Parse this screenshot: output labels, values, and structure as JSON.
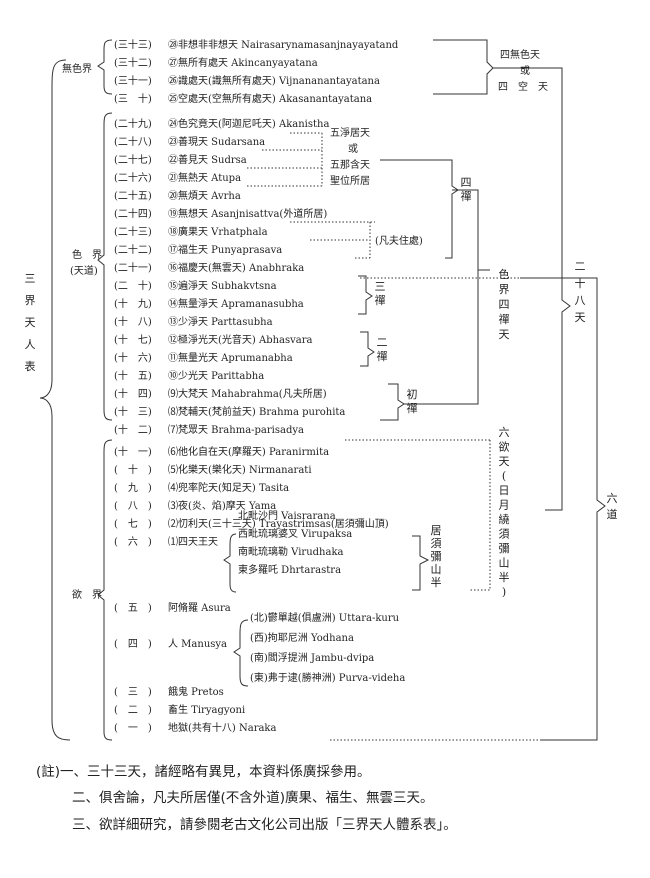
{
  "rows": [
    {
      "num": "(三十三)",
      "text": "㉘非想非非想天 Nairasarynamasanjnayayatand"
    },
    {
      "num": "(三十二)",
      "text": "㉗無所有處天 Akincanyayatana"
    },
    {
      "num": "(三十一)",
      "text": "㉖識處天(識無所有處天) Vijnananantayatana"
    },
    {
      "num": "(三　十)",
      "text": "㉕空處天(空無所有處天) Akasanantayatana"
    },
    {
      "num": "(二十九)",
      "text": "㉔色究竟天(阿迦尼吒天) Akanistha"
    },
    {
      "num": "(二十八)",
      "text": "㉓善現天 Sudarsana"
    },
    {
      "num": "(二十七)",
      "text": "㉒善見天 Sudrsa"
    },
    {
      "num": "(二十六)",
      "text": "㉑無熱天 Atupa"
    },
    {
      "num": "(二十五)",
      "text": "⑳無煩天 Avrha"
    },
    {
      "num": "(二十四)",
      "text": "⑲無想天 Asanjnisattva(外道所居)"
    },
    {
      "num": "(二十三)",
      "text": "⑱廣果天 Vrhatphala"
    },
    {
      "num": "(二十二)",
      "text": "⑰福生天 Punyaprasava"
    },
    {
      "num": "(二十一)",
      "text": "⑯福慶天(無雲天) Anabhraka"
    },
    {
      "num": "(二　十)",
      "text": "⑮遍淨天 Subhakvtsna"
    },
    {
      "num": "(十　九)",
      "text": "⑭無量淨天 Apramanasubha"
    },
    {
      "num": "(十　八)",
      "text": "⑬少淨天 Parttasubha"
    },
    {
      "num": "(十　七)",
      "text": "⑫極淨光天(光音天) Abhasvara"
    },
    {
      "num": "(十　六)",
      "text": "⑪無量光天 Aprumanabha"
    },
    {
      "num": "(十　五)",
      "text": "⑩少光天 Parittabha"
    },
    {
      "num": "(十　四)",
      "text": "⑼大梵天 Mahabrahma(凡夫所居)"
    },
    {
      "num": "(十　三)",
      "text": "⑻梵輔天(梵前益天) Brahma purohita"
    },
    {
      "num": "(十　二)",
      "text": "⑺梵眾天 Brahma-parisadya"
    },
    {
      "num": "(十　一)",
      "text": "⑹他化自在天(摩羅天) Paranirmita"
    },
    {
      "num": "(　十　)",
      "text": "⑸化樂天(樂化天) Nirmanarati"
    },
    {
      "num": "(　九　)",
      "text": "⑷兜率陀天(知足天) Tasita"
    },
    {
      "num": "(　八　)",
      "text": "⑶夜(炎、焰)摩天 Yama"
    },
    {
      "num": "(　七　)",
      "text": "⑵忉利天(三十三天) Trayastrimsas(居須彌山頂)"
    },
    {
      "num": "(　六　)",
      "text": "⑴四天王天"
    },
    {
      "num": "(　五　)",
      "text": "阿脩羅 Asura"
    },
    {
      "num": "(　四　)",
      "text": "人 Manusya"
    },
    {
      "num": "(　三　)",
      "text": "餓鬼 Pretos"
    },
    {
      "num": "(　二　)",
      "text": "畜生 Tiryagyoni"
    },
    {
      "num": "(　一　)",
      "text": "地獄(共有十八) Naraka"
    }
  ],
  "four_kings": [
    "北毗沙門 Vaisrarana",
    "西毗琉璃婆叉 Virupaksa",
    "南毗琉璃勒 Virudhaka",
    "東多羅吒 Dhrtarastra"
  ],
  "continents": [
    "(北)鬱單越(俱盧洲) Uttara-kuru",
    "(西)拘耶尼洲 Yodhana",
    "(南)閻浮提洲 Jambu-dvipa",
    "(東)弗于逮(勝神洲) Purva-videha"
  ],
  "labels": {
    "title_v": "三界天人表",
    "mushiki": "無色界",
    "shiki_1": "色　界",
    "shiki_2": "(天道)",
    "yoku": "欲　界",
    "four_formless_1": "四無色天",
    "four_formless_2": "或",
    "four_formless_3": "四　空　天",
    "pure_1": "五淨居天",
    "pure_2": "或",
    "pure_3": "五那含天",
    "pure_4": "聖位所居",
    "fanfu": "(凡夫住處)",
    "dhyana4": "四禪",
    "dhyana3": "三禪",
    "dhyana2": "二禪",
    "dhyana1": "初禪",
    "sumeru_half": "居須彌山半",
    "form_four_dhyana": "色界四禪天",
    "six_desire": "六欲天(日月繞須彌山半)",
    "twenty_eight": "二十八天",
    "six_paths": "六道"
  },
  "notes": [
    "(註)一、三十三天，諸經略有異見，本資料係廣採參用。",
    "二、俱舍論，凡夫所居僅(不含外道)廣果、福生、無雲三天。",
    "三、欲詳細研究，請參閱老古文化公司出版「三界天人體系表」。"
  ]
}
